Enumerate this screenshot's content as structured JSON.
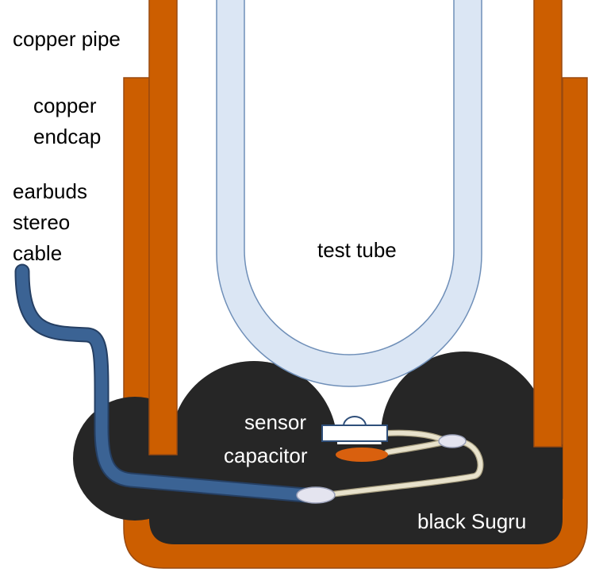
{
  "labels": {
    "copper_pipe": "copper pipe",
    "copper_endcap_line1": "copper",
    "copper_endcap_line2": "endcap",
    "earbuds_line1": "earbuds",
    "earbuds_line2": "stereo",
    "earbuds_line3": "cable",
    "test_tube": "test tube",
    "sensor": "sensor",
    "capacitor": "capacitor",
    "black_sugru": "black Sugru"
  },
  "colors": {
    "copper": "#cc5e00",
    "copper_stroke": "#9a4a10",
    "sugru": "#262626",
    "test_tube_fill": "#dbe6f4",
    "test_tube_stroke": "#6f8fb8",
    "cable": "#3b6394",
    "cable_outline": "#253f63",
    "wire": "#e8e2cc",
    "wire_outline": "#a89f80",
    "capacitor": "#d9600e",
    "sensor": "#ffffff",
    "sensor_stroke": "#2f4f7a",
    "connector": "#e4e4ef"
  }
}
